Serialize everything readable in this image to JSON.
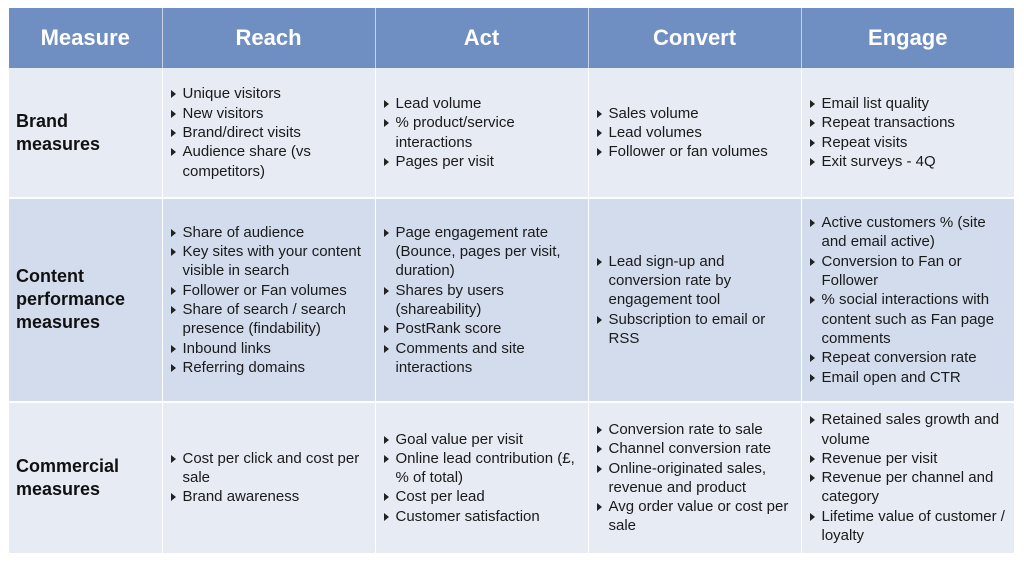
{
  "headers": [
    "Measure",
    "Reach",
    "Act",
    "Convert",
    "Engage"
  ],
  "rows": [
    {
      "label": "Brand measures",
      "cells": [
        [
          "Unique visitors",
          "New visitors",
          "Brand/direct visits",
          "Audience share (vs competitors)"
        ],
        [
          "Lead volume",
          "% product/service interactions",
          "Pages per visit"
        ],
        [
          "Sales volume",
          "Lead volumes",
          "Follower or fan volumes"
        ],
        [
          "Email list quality",
          "Repeat transactions",
          "Repeat visits",
          "Exit surveys - 4Q"
        ]
      ]
    },
    {
      "label": "Content performance measures",
      "cells": [
        [
          "Share of audience",
          "Key sites with your content visible in search",
          "Follower or Fan volumes",
          "Share of search / search presence (findability)",
          "Inbound links",
          "Referring domains"
        ],
        [
          "Page engagement rate (Bounce, pages per visit, duration)",
          "Shares by users (shareability)",
          "PostRank score",
          "Comments and site interactions"
        ],
        [
          "Lead sign-up and conversion rate by engagement tool",
          "Subscription to email or RSS"
        ],
        [
          "Active customers % (site and email active)",
          "Conversion to Fan or Follower",
          "% social interactions with content such as Fan page comments",
          "Repeat conversion rate",
          "Email open and CTR"
        ]
      ]
    },
    {
      "label": "Commercial measures",
      "cells": [
        [
          "Cost per click and cost per sale",
          "Brand awareness"
        ],
        [
          "Goal value per visit",
          "Online lead contribution (£, % of total)",
          "Cost per lead",
          "Customer satisfaction"
        ],
        [
          "Conversion rate to sale",
          "Channel conversion rate",
          "Online-originated sales, revenue and product",
          "Avg order value or cost per sale"
        ],
        [
          "Retained sales growth and volume",
          "Revenue per visit",
          "Revenue per channel and category",
          "Lifetime value of customer / loyalty"
        ]
      ]
    }
  ],
  "colors": {
    "header_bg": "#6f8fc3",
    "row_light": "#e6ebf4",
    "row_medium": "#d3dced"
  }
}
